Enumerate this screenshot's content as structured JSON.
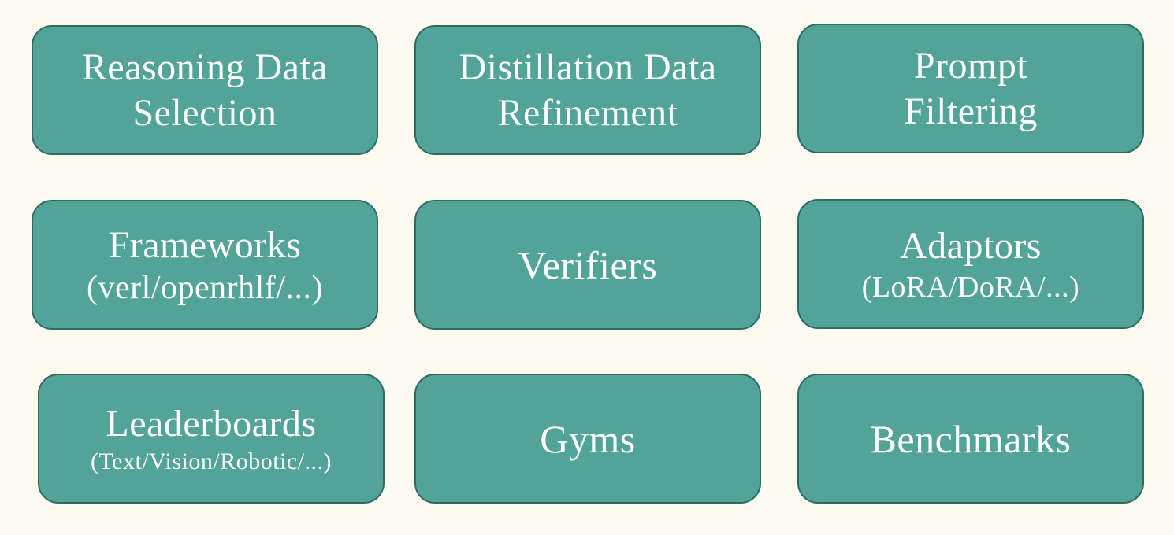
{
  "cards": [
    {
      "line1": "Reasoning Data",
      "line2": "Selection"
    },
    {
      "line1": "Distillation Data",
      "line2": "Refinement"
    },
    {
      "line1": "Prompt",
      "line2": "Filtering"
    },
    {
      "line1": "Frameworks",
      "line2": "(verl/openrhlf/...)"
    },
    {
      "line1": "Verifiers"
    },
    {
      "line1": "Adaptors",
      "line2": "(LoRA/DoRA/...)"
    },
    {
      "line1": "Leaderboards",
      "line2": "(Text/Vision/Robotic/...)"
    },
    {
      "line1": "Gyms"
    },
    {
      "line1": "Benchmarks"
    }
  ],
  "colors": {
    "background": "#fdfbf0",
    "card_fill": "#52a398",
    "card_border": "#2e6b61",
    "text": "#ffffff"
  }
}
